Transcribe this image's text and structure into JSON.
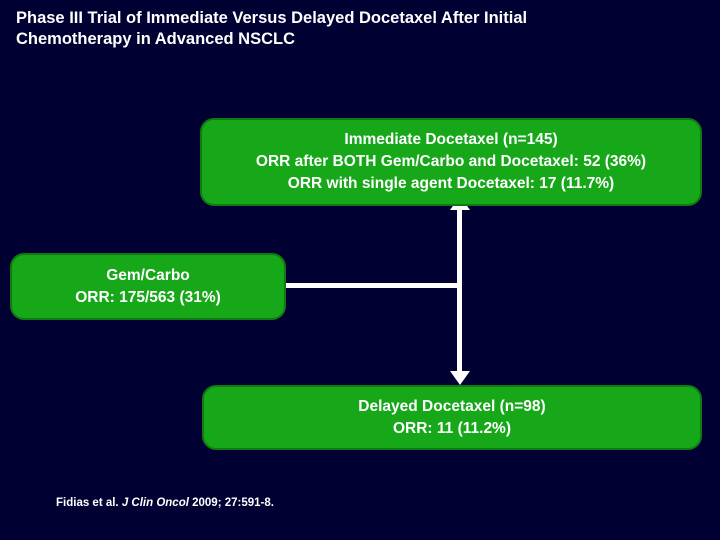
{
  "slide": {
    "background_color": "#000033",
    "accent_color": "#17a81a",
    "text_color": "#ffffff",
    "title": "Phase III Trial of Immediate Versus Delayed Docetaxel After Initial Chemotherapy in Advanced NSCLC"
  },
  "diagram": {
    "boxes": [
      {
        "id": "immediate",
        "lines": [
          "Immediate Docetaxel (n=145)",
          "ORR after BOTH Gem/Carbo and Docetaxel: 52 (36%)",
          "ORR with single agent Docetaxel: 17 (11.7%)"
        ]
      },
      {
        "id": "gemcarbo",
        "lines": [
          "Gem/Carbo",
          "ORR: 175/563 (31%)"
        ]
      },
      {
        "id": "delayed",
        "lines": [
          "Delayed Docetaxel (n=98)",
          "ORR: 11 (11.2%)"
        ]
      }
    ]
  },
  "citation": {
    "authors": "Fidias et al. ",
    "journal": "J Clin Oncol",
    "details": " 2009; 27:591-8."
  }
}
